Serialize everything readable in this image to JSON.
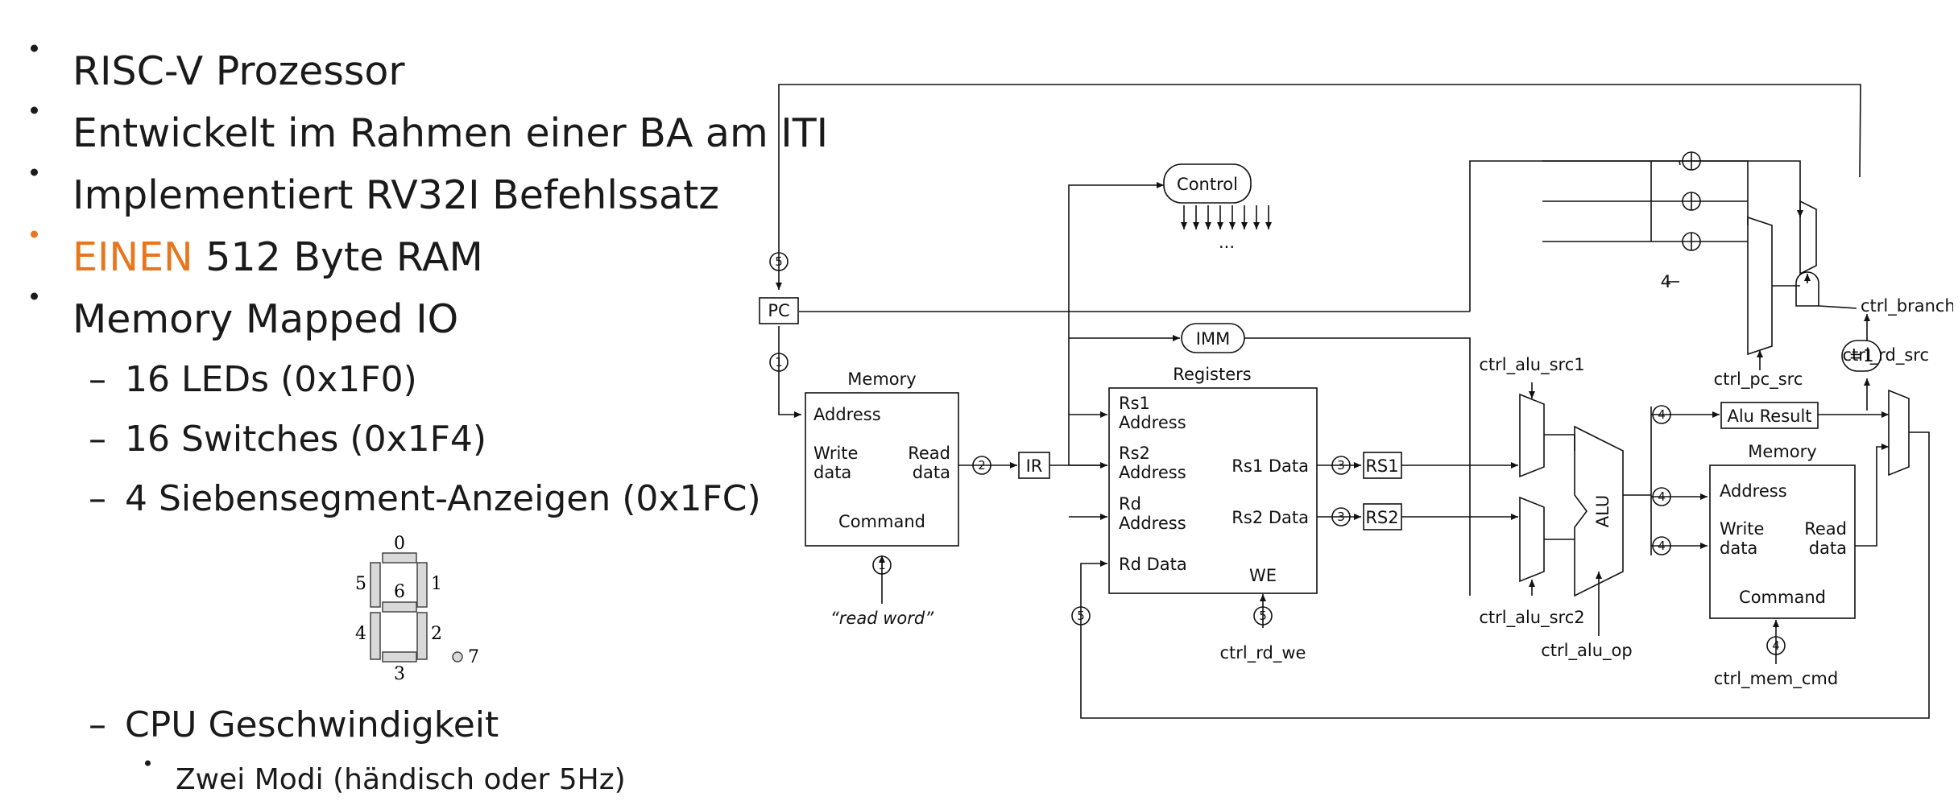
{
  "bullets": [
    {
      "text": "RISC-V Prozessor"
    },
    {
      "text": "Entwickelt im Rahmen einer BA am ITI"
    },
    {
      "text": "Implementiert RV32I Befehlssatz"
    },
    {
      "highlight": "EINEN",
      "text": " 512 Byte RAM"
    },
    {
      "text": "Memory Mapped IO"
    }
  ],
  "sub_bullets": [
    {
      "text": "16 LEDs (0x1F0)"
    },
    {
      "text": "16 Switches (0x1F4)"
    },
    {
      "text": "4 Siebensegment-Anzeigen (0x1FC)"
    },
    {
      "text": "CPU Geschwindigkeit"
    }
  ],
  "sub_sub_bullets": [
    {
      "text": "Zwei Modi (händisch oder 5Hz)"
    }
  ],
  "seven_segment": {
    "labels": [
      "0",
      "1",
      "2",
      "3",
      "4",
      "5",
      "6",
      "7"
    ]
  },
  "diagram": {
    "blocks": {
      "control": "Control",
      "control_dots": "...",
      "pc": "PC",
      "imm": "IMM",
      "ir": "IR",
      "rs1": "RS1",
      "rs2": "RS2",
      "alu": "ALU",
      "alu_result": "Alu Result",
      "xor": "=1",
      "four": "4"
    },
    "memory1": {
      "title": "Memory",
      "address": "Address",
      "write": "Write",
      "data": "data",
      "read": "Read",
      "read_data": "data",
      "command": "Command",
      "read_word": "“read word”"
    },
    "registers": {
      "title": "Registers",
      "rs1": "Rs1",
      "rs1_address": "Address",
      "rs2": "Rs2",
      "rs2_address": "Address",
      "rd": "Rd",
      "rd_address": "Address",
      "rs1_data": "Rs1 Data",
      "rs2_data": "Rs2 Data",
      "rd_data": "Rd Data",
      "we": "WE"
    },
    "memory2": {
      "title": "Memory",
      "address": "Address",
      "write": "Write",
      "data": "data",
      "read": "Read",
      "read_data": "data",
      "command": "Command"
    },
    "signals": {
      "ctrl_pc_src": "ctrl_pc_src",
      "ctrl_branch": "ctrl_branch",
      "ctrl_rd_src": "ctrl_rd_src",
      "ctrl_alu_src1": "ctrl_alu_src1",
      "ctrl_alu_src2": "ctrl_alu_src2",
      "ctrl_alu_op": "ctrl_alu_op",
      "ctrl_rd_we": "ctrl_rd_we",
      "ctrl_mem_cmd": "ctrl_mem_cmd"
    },
    "stages": {
      "s1": "1",
      "s2": "2",
      "s3": "3",
      "s4": "4",
      "s5": "5"
    }
  }
}
